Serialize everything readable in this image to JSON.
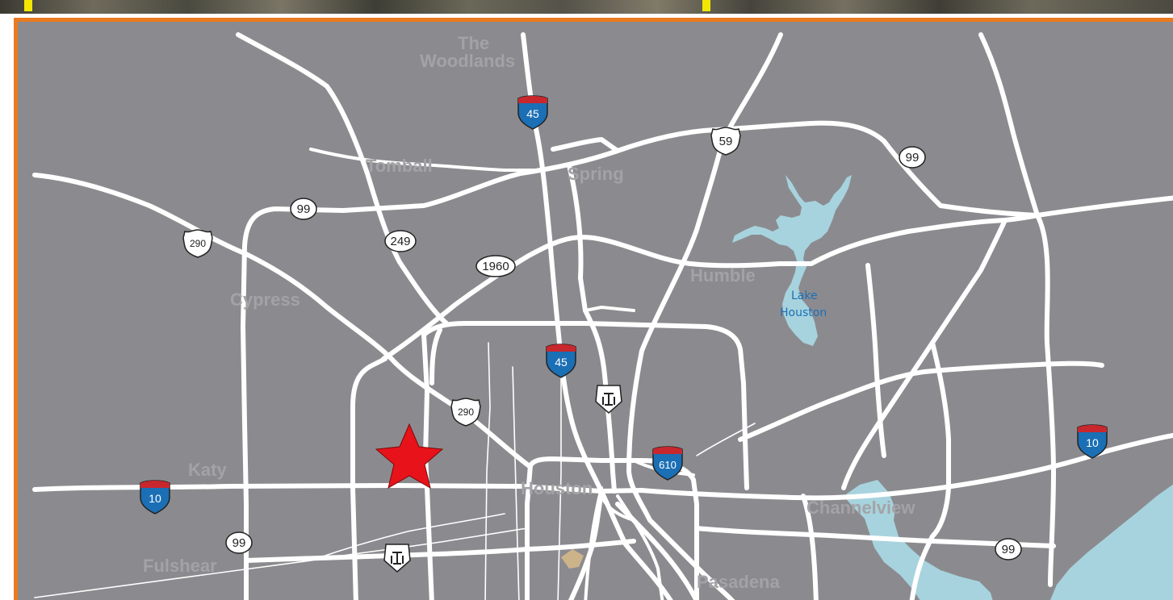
{
  "map": {
    "cities": [
      {
        "id": "the-woodlands-1",
        "text": "The"
      },
      {
        "id": "the-woodlands-2",
        "text": "Woodlands"
      },
      {
        "id": "tomball",
        "text": "Tomball"
      },
      {
        "id": "spring",
        "text": "Spring"
      },
      {
        "id": "humble",
        "text": "Humble"
      },
      {
        "id": "cypress",
        "text": "Cypress"
      },
      {
        "id": "katy",
        "text": "Katy"
      },
      {
        "id": "houston",
        "text": "Houston"
      },
      {
        "id": "channelview",
        "text": "Channelview"
      },
      {
        "id": "fulshear",
        "text": "Fulshear"
      },
      {
        "id": "pasadena",
        "text": "Pasadena"
      }
    ],
    "lake_label": [
      "Lake",
      "Houston"
    ],
    "shields": {
      "i45_north": "45",
      "i45_center": "45",
      "i10_west": "10",
      "i10_east": "10",
      "i610": "610",
      "us59": "59",
      "us290_west": "290",
      "us290_center": "290",
      "sh99_north": "99",
      "sh99_ne": "99",
      "sh99_west": "99",
      "sh99_se": "99",
      "fm249": "249",
      "fm1960": "1960"
    },
    "colors": {
      "background": "#8b8b8f",
      "frame": "#e97a1f",
      "road": "#ffffff",
      "water": "#a7d3de",
      "city_label": "#a3a3a6",
      "lake_label": "#1c6fb7",
      "interstate_blue": "#1b6fb5",
      "interstate_red": "#c8272d",
      "marker": "#e8121a",
      "downtown": "#cdb38a"
    },
    "marker_icon": "star-location-icon",
    "toll_icon": "toll-road-icon"
  }
}
